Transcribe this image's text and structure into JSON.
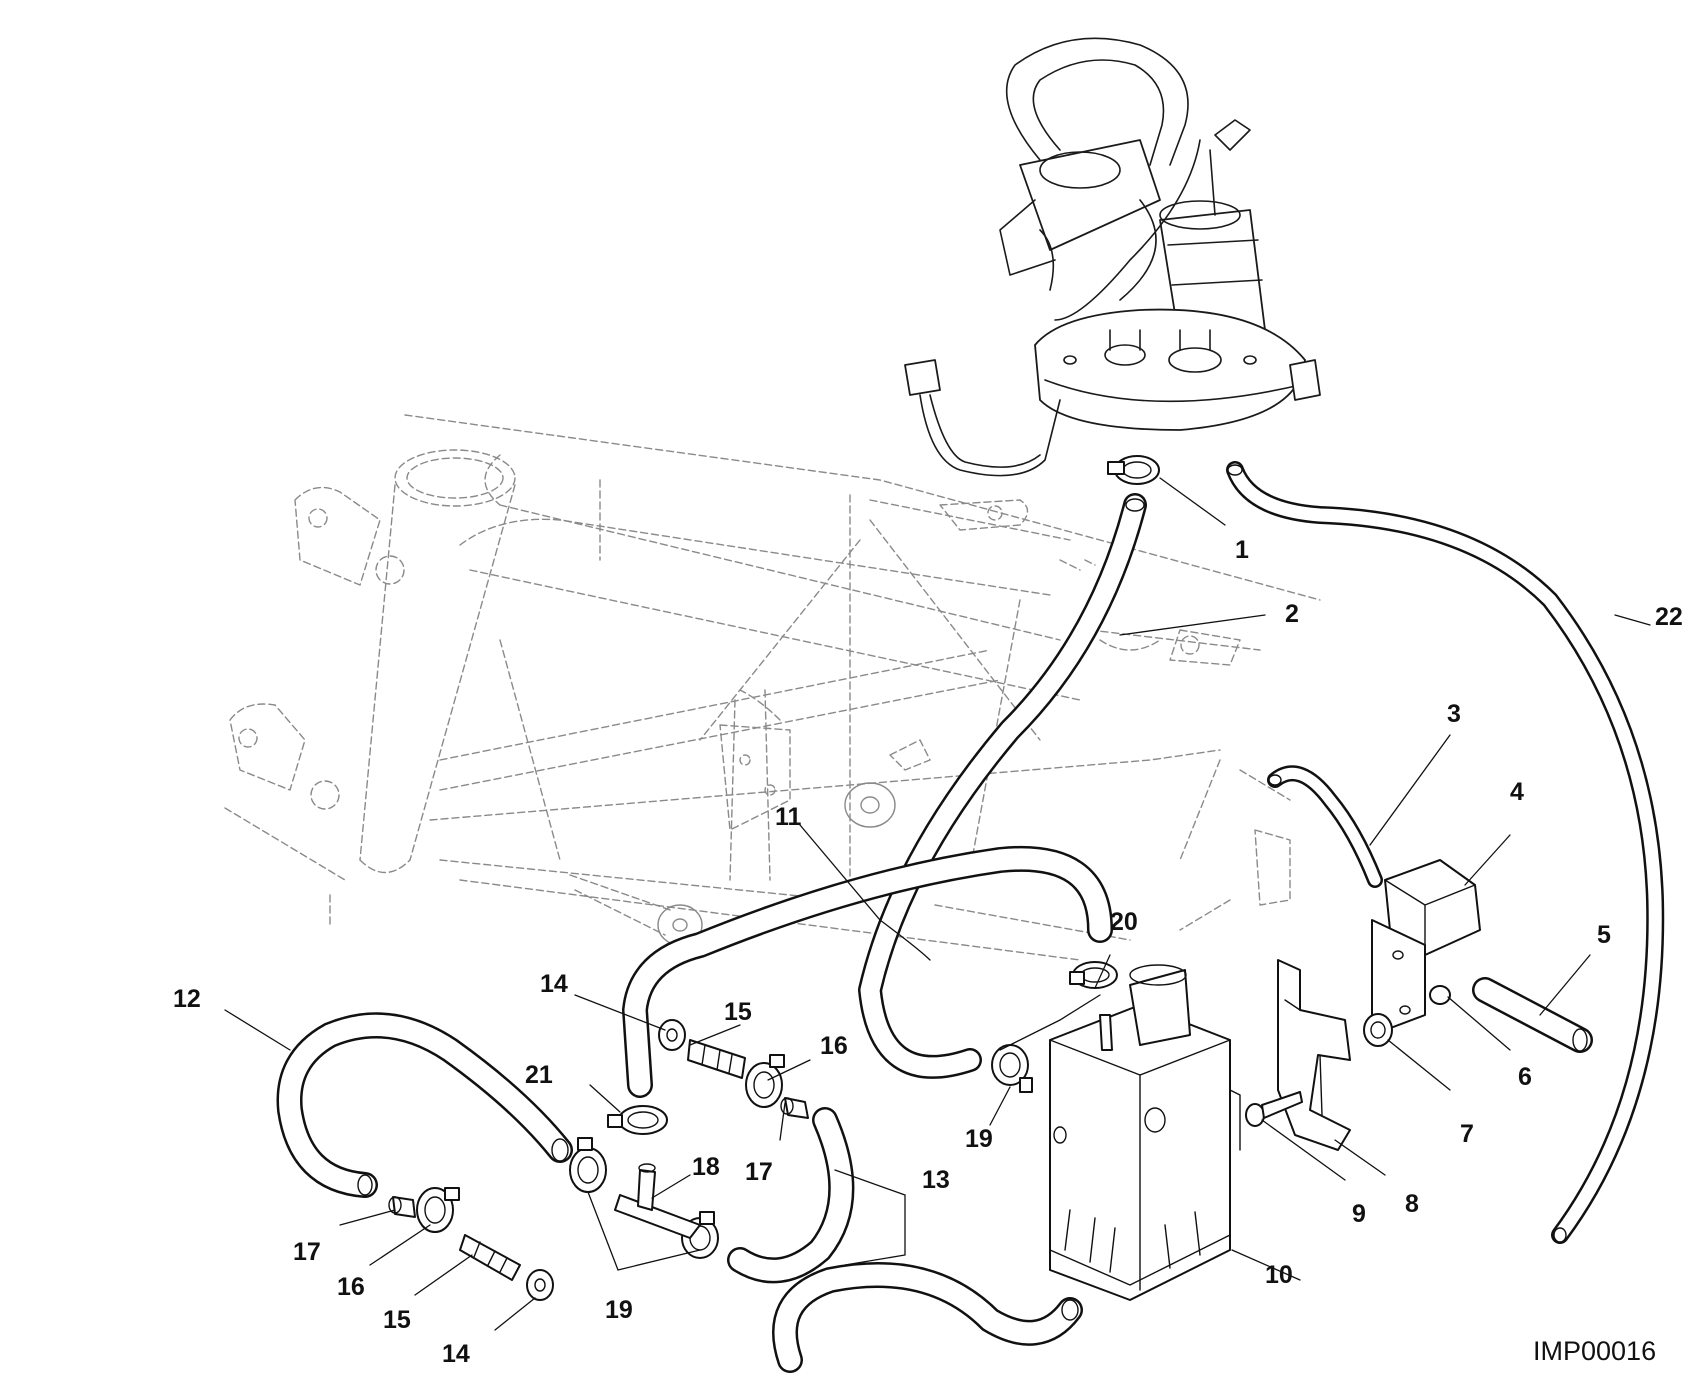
{
  "drawing_code": "IMP00016",
  "callouts": {
    "c1": "1",
    "c2": "2",
    "c3": "3",
    "c4": "4",
    "c5": "5",
    "c6": "6",
    "c7": "7",
    "c8": "8",
    "c9": "9",
    "c10": "10",
    "c11": "11",
    "c12": "12",
    "c13": "13",
    "c14a": "14",
    "c14b": "14",
    "c15a": "15",
    "c15b": "15",
    "c16a": "16",
    "c16b": "16",
    "c17a": "17",
    "c17b": "17",
    "c18": "18",
    "c19a": "19",
    "c19b": "19",
    "c20": "20",
    "c21": "21",
    "c22": "22"
  },
  "colors": {
    "line": "#111111",
    "frame": "#8a8a8a",
    "background": "#ffffff"
  }
}
